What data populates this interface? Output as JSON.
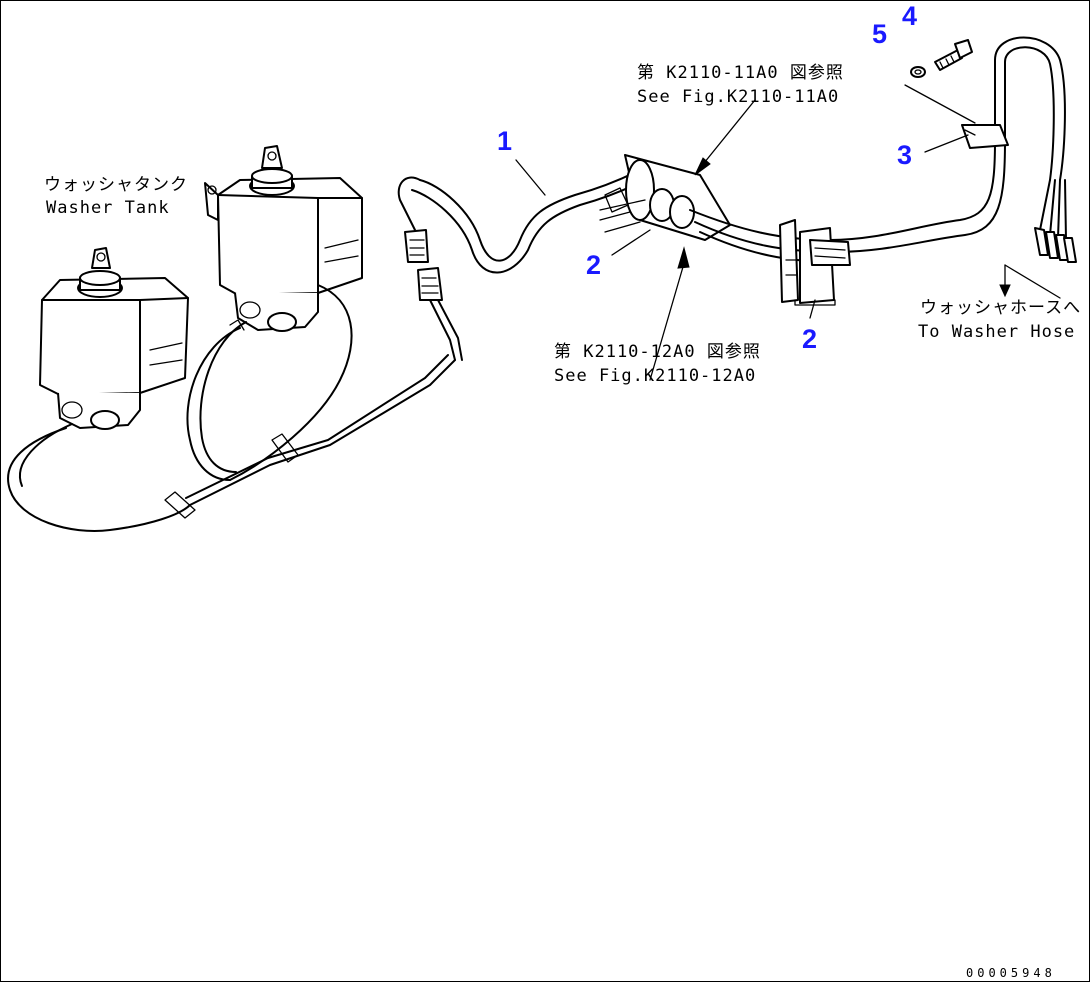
{
  "labels": {
    "washer_tank_jp": "ウォッシャタンク",
    "washer_tank_en": "Washer Tank",
    "ref1_jp": "第 K2110-11A0 図参照",
    "ref1_en": "See Fig.K2110-11A0",
    "ref2_jp": "第 K2110-12A0 図参照",
    "ref2_en": "See Fig.K2110-12A0",
    "washer_hose_jp": "ウォッシャホースへ",
    "washer_hose_en": "To Washer Hose"
  },
  "part_numbers": {
    "p1": "1",
    "p2a": "2",
    "p2b": "2",
    "p3": "3",
    "p4": "4",
    "p5": "5"
  },
  "drawing_code": "00005948",
  "colors": {
    "part_number": "#1a1aff",
    "line": "#000000",
    "background": "#ffffff"
  }
}
